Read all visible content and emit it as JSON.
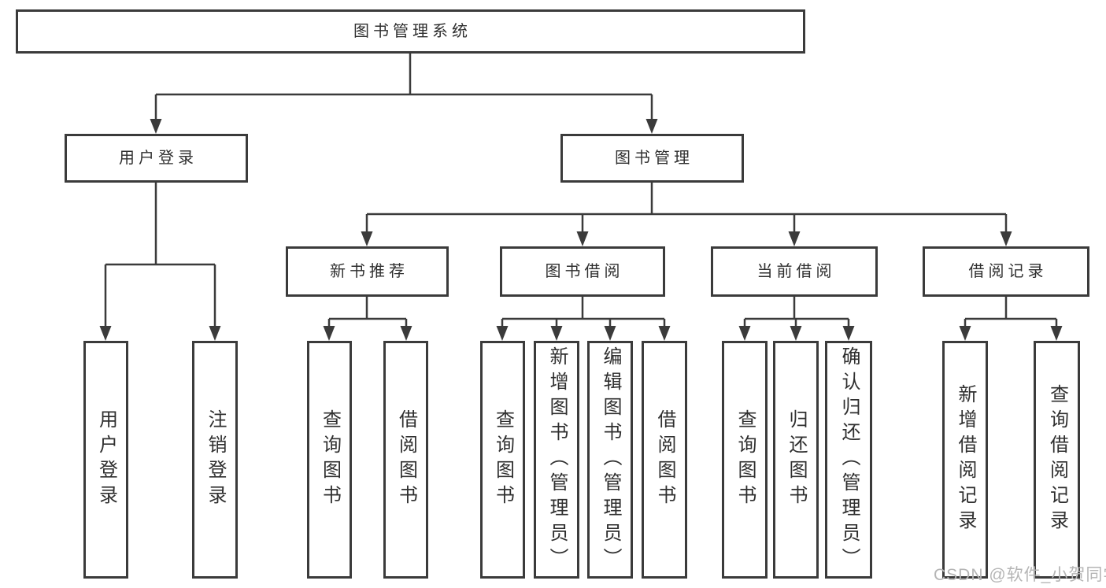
{
  "tree": {
    "root": "图书管理系统",
    "branches": [
      {
        "label": "用户登录",
        "children": [
          "用户登录",
          "注销登录"
        ]
      },
      {
        "label": "图书管理",
        "groups": [
          {
            "label": "新书推荐",
            "children": [
              "查询图书",
              "借阅图书"
            ]
          },
          {
            "label": "图书借阅",
            "children": [
              "查询图书",
              "新增图书（管理员）",
              "编辑图书（管理员）",
              "借阅图书"
            ]
          },
          {
            "label": "当前借阅",
            "children": [
              "查询图书",
              "归还图书",
              "确认归还（管理员）"
            ]
          },
          {
            "label": "借阅记录",
            "children": [
              "新增借阅记录",
              "查询借阅记录"
            ]
          }
        ]
      }
    ]
  },
  "watermark": {
    "text": "CSDN @软件_小贺同学",
    "color": "#b5b5b5"
  },
  "colors": {
    "line": "#3b3b3b",
    "box_border": "#3b3b3b",
    "box_background": "#ffffff",
    "text": "#2f2f2f",
    "page_background": "#ffffff",
    "watermark": "#b5b5b5"
  }
}
